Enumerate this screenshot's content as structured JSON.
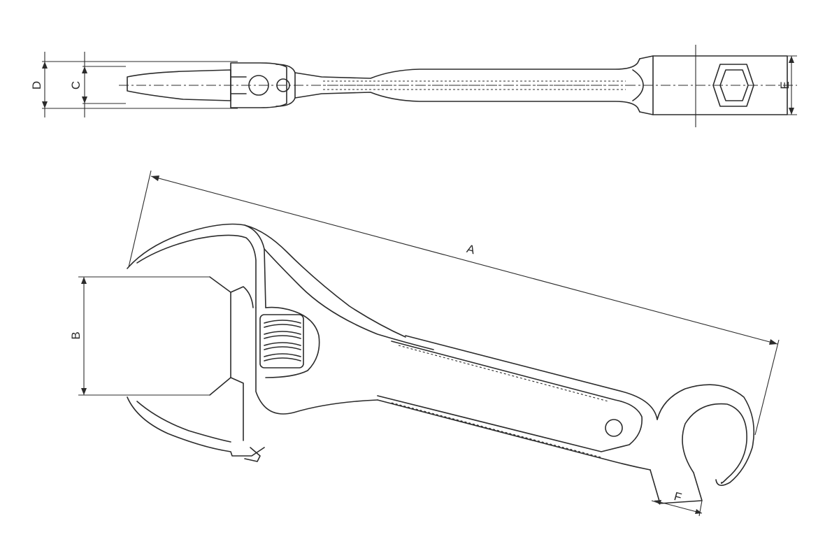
{
  "labels": {
    "A": "A",
    "B": "B",
    "C": "C",
    "D": "D",
    "E": "E",
    "F": "F"
  },
  "colors": {
    "line": "#2b2b2b",
    "background": "#ffffff"
  }
}
